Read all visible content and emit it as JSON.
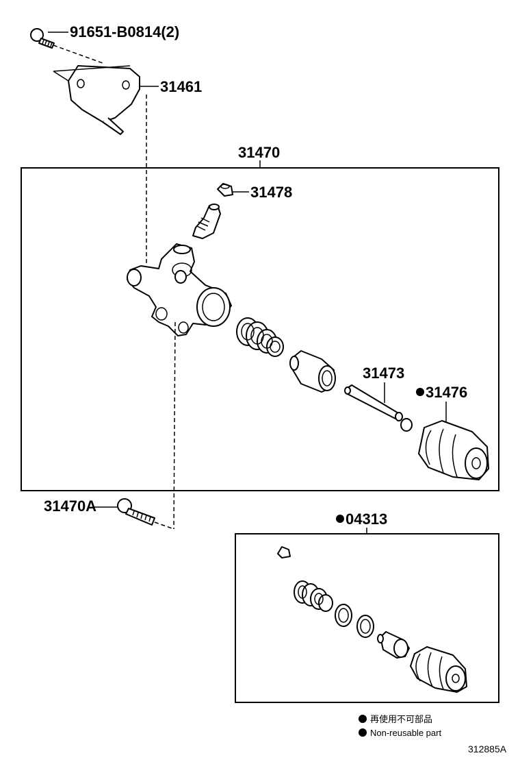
{
  "labels": {
    "bolt_top": "91651-B0814(2)",
    "bracket": "31461",
    "assembly": "31470",
    "bleeder_cap": "31478",
    "push_rod": "31473",
    "boot": "31476",
    "bolt_bottom": "31470A",
    "kit": "04313"
  },
  "legend": {
    "line1": "再使用不可部品",
    "line2": "Non-reusable part"
  },
  "ref_code": "312885A"
}
